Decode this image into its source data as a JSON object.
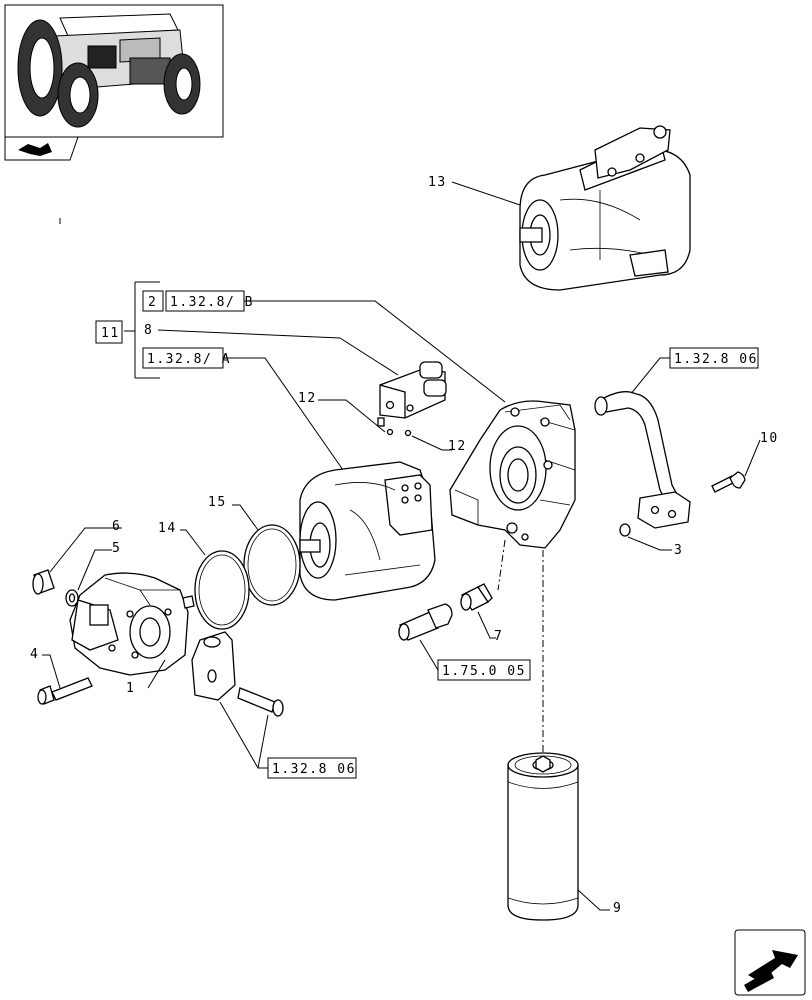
{
  "callouts": {
    "p1": "1",
    "p3": "3",
    "p4": "4",
    "p5": "5",
    "p6": "6",
    "p7": "7",
    "p8": "8",
    "p9": "9",
    "p10": "10",
    "p11": "11",
    "p12a": "12",
    "p12b": "12",
    "p13": "13",
    "p14": "14",
    "p15": "15",
    "p2": "2"
  },
  "references": {
    "ref_b": "1.32.8/ B",
    "ref_a": "1.32.8/ A",
    "ref_pipe": "1.32.8 06",
    "ref_bottom": "1.32.8 06",
    "ref_sensor": "1.75.0 05"
  },
  "icons": {
    "nav_arrow": "arrow-nav-icon",
    "tractor": "tractor-thumbnail",
    "corner_arrow": "next-page-arrow-icon"
  }
}
